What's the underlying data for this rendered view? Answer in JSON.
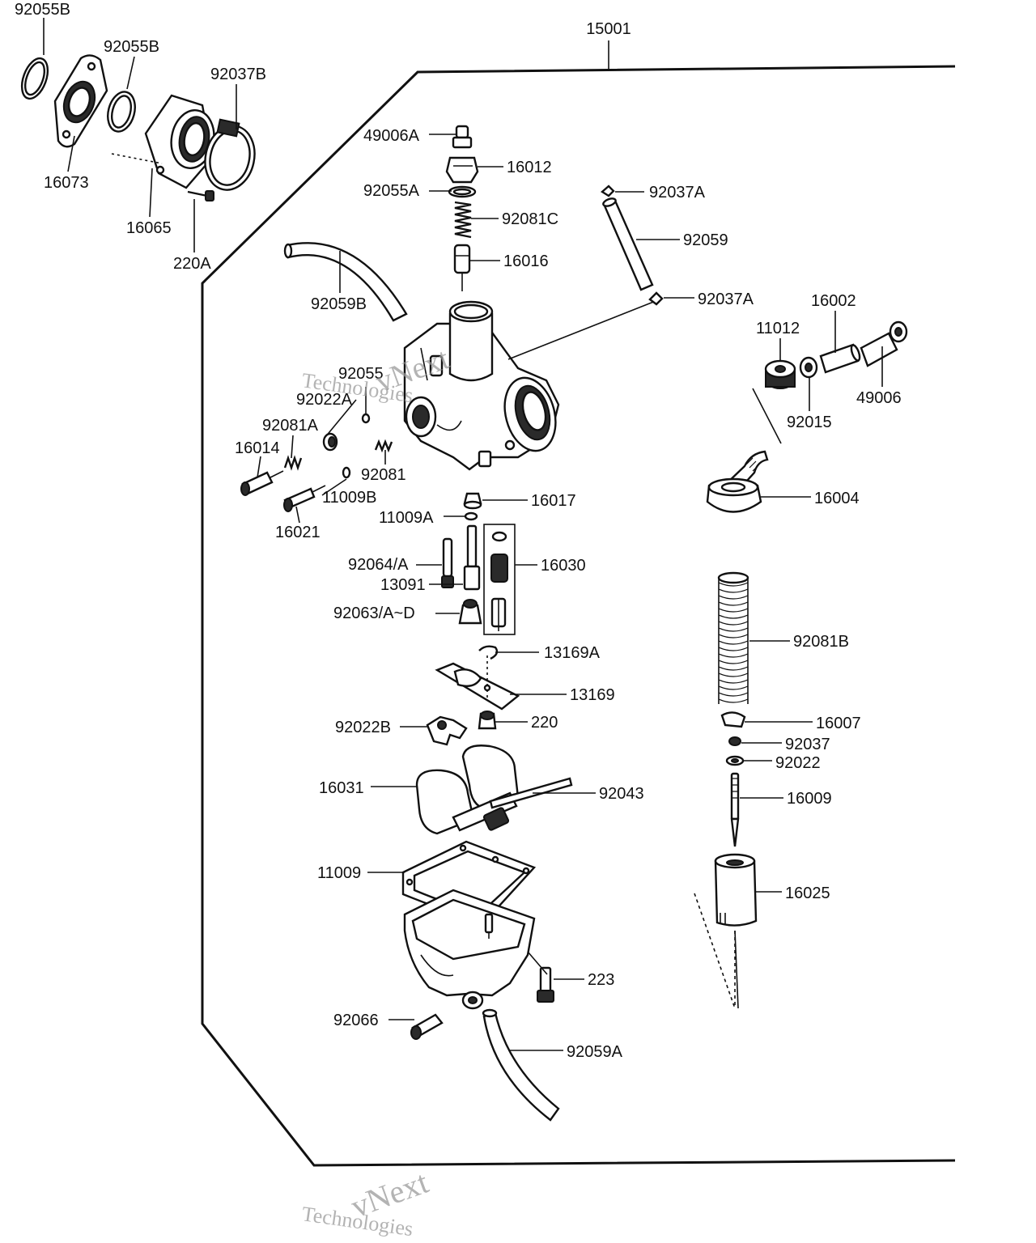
{
  "diagram": {
    "assembly_label": "15001",
    "corner_note": "",
    "watermarks": [
      {
        "line1": "vNext",
        "line2": "Technologies"
      },
      {
        "line1": "vNext",
        "line2": "Technologies"
      }
    ],
    "callouts": [
      {
        "id": "92055B-top",
        "text": "92055B"
      },
      {
        "id": "92055B-mid",
        "text": "92055B"
      },
      {
        "id": "92037B",
        "text": "92037B"
      },
      {
        "id": "16073",
        "text": "16073"
      },
      {
        "id": "16065",
        "text": "16065"
      },
      {
        "id": "220A",
        "text": "220A"
      },
      {
        "id": "49006A",
        "text": "49006A"
      },
      {
        "id": "16012",
        "text": "16012"
      },
      {
        "id": "92055A",
        "text": "92055A"
      },
      {
        "id": "92081C",
        "text": "92081C"
      },
      {
        "id": "16016",
        "text": "16016"
      },
      {
        "id": "92059B",
        "text": "92059B"
      },
      {
        "id": "92037A-top",
        "text": "92037A"
      },
      {
        "id": "92059",
        "text": "92059"
      },
      {
        "id": "92037A-bot",
        "text": "92037A"
      },
      {
        "id": "16002",
        "text": "16002"
      },
      {
        "id": "11012",
        "text": "11012"
      },
      {
        "id": "49006",
        "text": "49006"
      },
      {
        "id": "92015",
        "text": "92015"
      },
      {
        "id": "92055",
        "text": "92055"
      },
      {
        "id": "92022A",
        "text": "92022A"
      },
      {
        "id": "92081A",
        "text": "92081A"
      },
      {
        "id": "16014",
        "text": "16014"
      },
      {
        "id": "92081",
        "text": "92081"
      },
      {
        "id": "11009B",
        "text": "11009B"
      },
      {
        "id": "16021",
        "text": "16021"
      },
      {
        "id": "16004",
        "text": "16004"
      },
      {
        "id": "16017",
        "text": "16017"
      },
      {
        "id": "11009A",
        "text": "11009A"
      },
      {
        "id": "92064A",
        "text": "92064/A"
      },
      {
        "id": "16030",
        "text": "16030"
      },
      {
        "id": "13091",
        "text": "13091"
      },
      {
        "id": "92063AD",
        "text": "92063/A~D"
      },
      {
        "id": "13169A",
        "text": "13169A"
      },
      {
        "id": "92081B",
        "text": "92081B"
      },
      {
        "id": "13169",
        "text": "13169"
      },
      {
        "id": "92022B",
        "text": "92022B"
      },
      {
        "id": "220",
        "text": "220"
      },
      {
        "id": "16007",
        "text": "16007"
      },
      {
        "id": "92037",
        "text": "92037"
      },
      {
        "id": "92022",
        "text": "92022"
      },
      {
        "id": "16031",
        "text": "16031"
      },
      {
        "id": "92043",
        "text": "92043"
      },
      {
        "id": "16009",
        "text": "16009"
      },
      {
        "id": "11009",
        "text": "11009"
      },
      {
        "id": "16025",
        "text": "16025"
      },
      {
        "id": "223",
        "text": "223"
      },
      {
        "id": "92066",
        "text": "92066"
      },
      {
        "id": "92059A",
        "text": "92059A"
      }
    ]
  }
}
